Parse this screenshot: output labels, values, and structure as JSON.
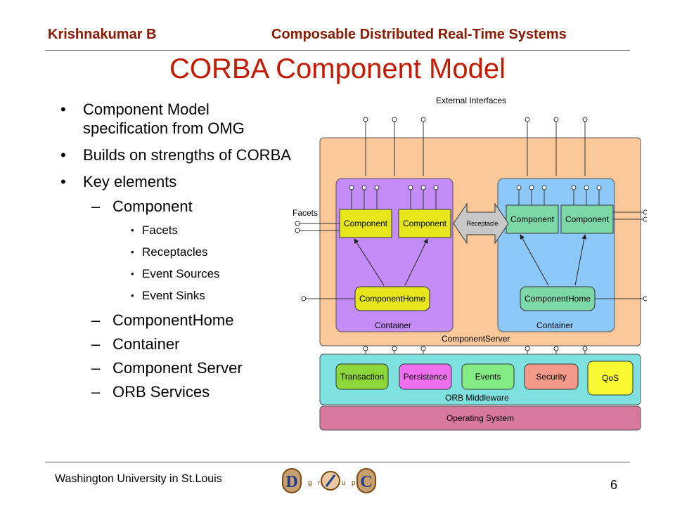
{
  "header": {
    "author": "Krishnakumar B",
    "course": "Composable Distributed Real-Time Systems"
  },
  "slide": {
    "title": "CORBA Component Model",
    "bullets": [
      {
        "text": "Component Model specification from OMG"
      },
      {
        "text": "Builds on strengths of CORBA"
      },
      {
        "text": "Key elements"
      }
    ],
    "key_elements": {
      "component": "Component",
      "component_parts": [
        "Facets",
        "Receptacles",
        "Event Sources",
        "Event Sinks"
      ],
      "others": [
        "ComponentHome",
        "Container",
        "Component Server",
        "ORB Services"
      ]
    }
  },
  "diagram": {
    "external_interfaces": "External Interfaces",
    "facets": "Facets",
    "receptacle": "Receptacle",
    "component": "Component",
    "component_home": "ComponentHome",
    "container": "Container",
    "component_server": "ComponentServer",
    "services": [
      "Transaction",
      "Persistence",
      "Events",
      "Security",
      "QoS"
    ],
    "orb_middleware": "ORB Middleware",
    "operating_system": "Operating System",
    "colors": {
      "server_bg": "#fbc89a",
      "left_container": "#c48cf7",
      "right_container": "#8cc8f8",
      "component_left": "#e6e61a",
      "component_right": "#7dd8a8",
      "home_left": "#e6e61a",
      "home_right": "#7dd8a8",
      "orb_bg": "#7fe0e0",
      "transaction": "#8cd63a",
      "persistence": "#ee70ee",
      "events": "#84ec84",
      "security": "#f49a8a",
      "qos": "#f8f830",
      "os_bg": "#d9789e"
    }
  },
  "footer": {
    "institution": "Washington University in St.Louis",
    "page": "6",
    "logo": "DOC group logo"
  }
}
